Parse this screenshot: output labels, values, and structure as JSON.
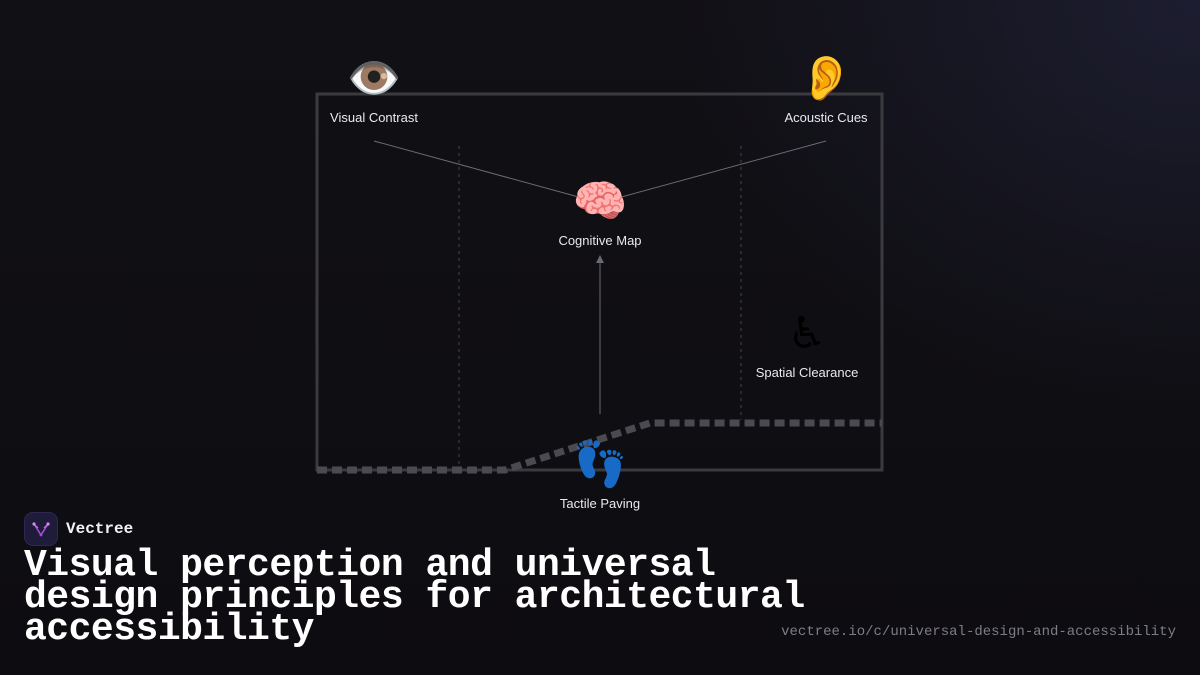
{
  "diagram": {
    "nodes": {
      "visual_contrast": {
        "icon": "eye-icon",
        "emoji": "👁️",
        "label": "Visual Contrast"
      },
      "acoustic_cues": {
        "icon": "ear-icon",
        "emoji": "👂",
        "label": "Acoustic Cues"
      },
      "cognitive_map": {
        "icon": "brain-icon",
        "emoji": "🧠",
        "label": "Cognitive Map"
      },
      "spatial_clearance": {
        "icon": "wheelchair-icon",
        "emoji": "♿",
        "label": "Spatial Clearance"
      },
      "tactile_paving": {
        "icon": "footprints-icon",
        "emoji": "👣",
        "label": "Tactile Paving"
      }
    },
    "edges": [
      {
        "from": "visual_contrast",
        "to": "cognitive_map"
      },
      {
        "from": "acoustic_cues",
        "to": "cognitive_map"
      },
      {
        "from": "tactile_paving",
        "to": "cognitive_map"
      }
    ]
  },
  "brand": {
    "name": "Vectree",
    "logo_icon": "vectree-logo-icon"
  },
  "title": "Visual perception and universal design principles for architectural accessibility",
  "url": "vectree.io/c/universal-design-and-accessibility",
  "colors": {
    "background": "#0f0e13",
    "room_outline": "#3a3a3f",
    "path_dashes": "#4a4a50",
    "connector": "#6a6a72",
    "text": "#e9e9ee",
    "logo_accent": "#a64bd6"
  }
}
